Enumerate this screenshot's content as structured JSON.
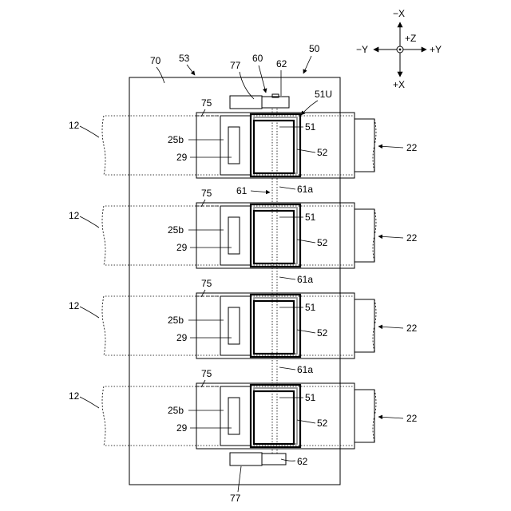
{
  "axes": {
    "minus_x": "−X",
    "plus_x": "+X",
    "minus_y": "−Y",
    "plus_y": "+Y",
    "plus_z": "+Z"
  },
  "refs": {
    "r70": "70",
    "r53": "53",
    "r77_top": "77",
    "r60": "60",
    "r62_top": "62",
    "r50": "50",
    "r51U": "51U",
    "r61": "61",
    "r77_bottom": "77",
    "r62_bottom": "62"
  },
  "units": [
    {
      "r75": "75",
      "r12": "12",
      "r25b": "25b",
      "r29": "29",
      "r51": "51",
      "r52": "52",
      "r22": "22",
      "r61a": "61a"
    },
    {
      "r75": "75",
      "r12": "12",
      "r25b": "25b",
      "r29": "29",
      "r51": "51",
      "r52": "52",
      "r22": "22",
      "r61a": "61a"
    },
    {
      "r75": "75",
      "r12": "12",
      "r25b": "25b",
      "r29": "29",
      "r51": "51",
      "r52": "52",
      "r22": "22",
      "r61a": "61a"
    },
    {
      "r75": "75",
      "r12": "12",
      "r25b": "25b",
      "r29": "29",
      "r51": "51",
      "r52": "52",
      "r22": "22"
    }
  ]
}
